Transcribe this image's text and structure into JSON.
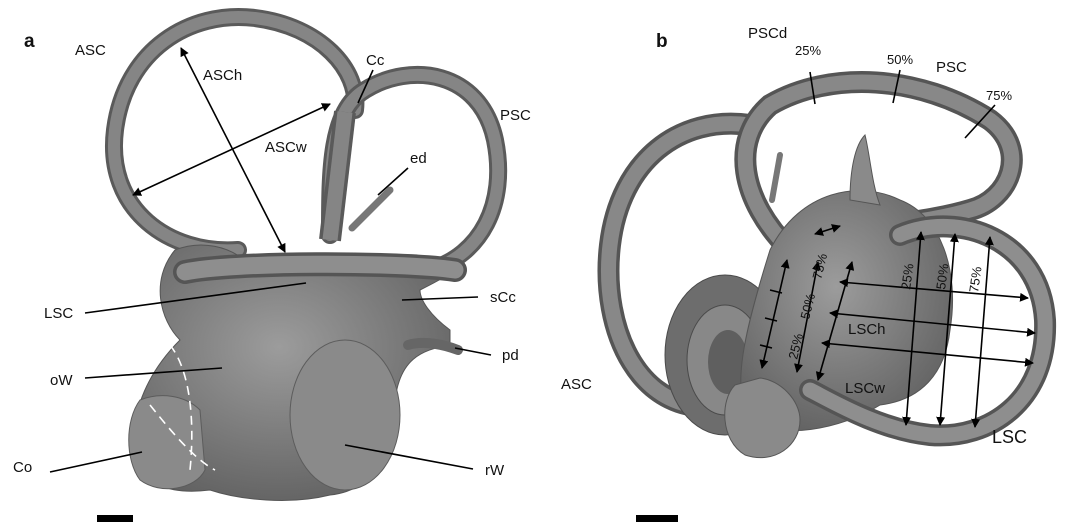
{
  "panel_a": {
    "letter": "a",
    "labels": {
      "ASC": "ASC",
      "ASCh": "ASCh",
      "ASCw": "ASCw",
      "Cc": "Cc",
      "PSC": "PSC",
      "ed": "ed",
      "LSC": "LSC",
      "sCc": "sCc",
      "oW": "oW",
      "pd": "pd",
      "Co": "Co",
      "rW": "rW"
    }
  },
  "panel_b": {
    "letter": "b",
    "labels": {
      "PSCd": "PSCd",
      "PSC": "PSC",
      "ASC": "ASC",
      "LSCh": "LSCh",
      "LSCw": "LSCw",
      "LSC": "LSC"
    },
    "percent_ticks": [
      "25%",
      "50%",
      "75%"
    ]
  },
  "colors": {
    "bone": "#7a7a7a",
    "bone_dark": "#5a5a5a",
    "bone_light": "#9a9a9a",
    "background": "#ffffff"
  }
}
